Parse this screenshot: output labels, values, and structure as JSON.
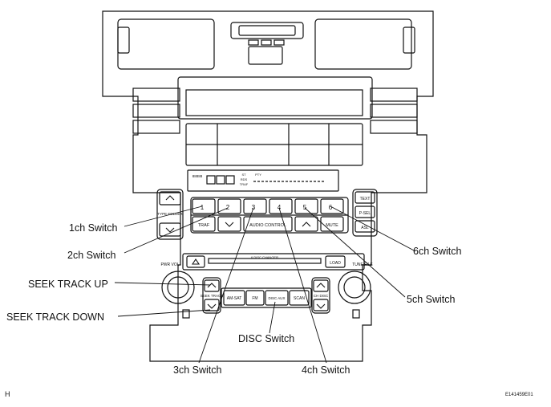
{
  "callouts": {
    "ch1": "1ch Switch",
    "ch2": "2ch Switch",
    "seek_up": "SEEK TRACK UP",
    "seek_down": "SEEK TRACK DOWN",
    "ch3": "3ch Switch",
    "disc": "DISC Switch",
    "ch4": "4ch Switch",
    "ch5": "5ch Switch",
    "ch6": "6ch Switch"
  },
  "panel_labels": {
    "preset_1": "1",
    "preset_2": "2",
    "preset_3": "3",
    "preset_4": "4",
    "preset_5": "5",
    "preset_6": "6",
    "traf": "TRAF",
    "audio_control": "AUDIO CONTROL",
    "mute": "MUTE",
    "text": "TEXT",
    "p_sel": "P-SEL",
    "asl": "ASL",
    "type_folder": "TYPE FOLDER",
    "pwr_vol": "PWR VOL",
    "load": "LOAD",
    "tune_file": "TUNE FILE",
    "seek_track": "SEEK TRACK",
    "am_sat": "AM-SAT",
    "fm": "FM",
    "disc_aux": "DISC AUX",
    "scan": "SCAN",
    "ch_disc": "CH DISC",
    "changer": "6 DISC CHANGER",
    "lcd_left": "88888",
    "lcd_st": "ST",
    "lcd_rds": "RDS",
    "lcd_traf": "TRAF",
    "lcd_pty": "PTY"
  },
  "corner_labels": {
    "section": "H",
    "figure_id": "E141459E01"
  }
}
